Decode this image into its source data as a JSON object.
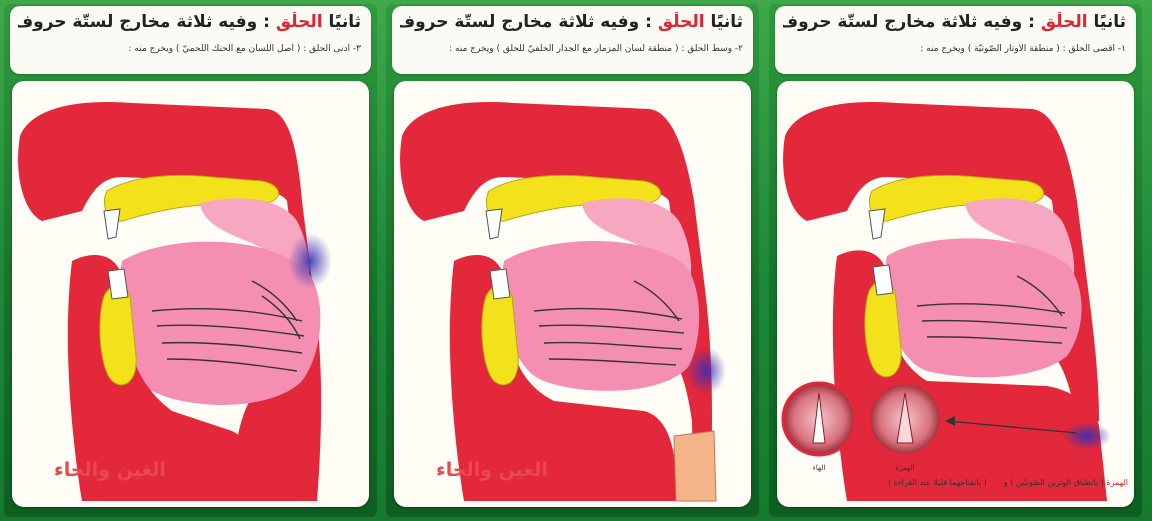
{
  "colors": {
    "flesh": "#e3283b",
    "palate": "#f7a7bf",
    "tongue": "#f58fb2",
    "bone": "#f3e21b",
    "tooth": "#ffffff",
    "highlight": "#3b2fb2",
    "background_green": "#1f8a3a"
  },
  "panels": [
    {
      "title_prefix": "ثانيًا",
      "title_highlight": "الحلْق",
      "title_rest": ": وفيه ثلاثة مخارج لستّة حروف",
      "subtitle": "٣- أدنى الحلْق : ( أصل اللّسان مع الحنك اللّحميّ ) ويخرج منه :",
      "caption": "الغين والخاء",
      "highlight_location": "upper-throat"
    },
    {
      "title_prefix": "ثانيًا",
      "title_highlight": "الحلْق",
      "title_rest": ": وفيه ثلاثة مخارج لستّة حروف",
      "subtitle": "٢- وسط الحلْق : ( منطقة لسان المزمار مع الجدار الخلفيّ للحلْق ) ويخرج منه :",
      "caption": "العين والحاء",
      "highlight_location": "mid-throat"
    },
    {
      "title_prefix": "ثانيًا",
      "title_highlight": "الحلْق",
      "title_rest": ": وفيه ثلاثة مخارج لستّة حروف",
      "subtitle": "١- أقصى الحلْق : ( منطقة الأوتار الصّوتيّة ) ويخرج منه :",
      "caption": "",
      "highlight_location": "lower-throat",
      "glottis_labels": [
        "الهاء",
        "الهمزة"
      ],
      "note_highlight_1": "الهمزة",
      "note_part_1": "( بانطباق الوترين الصّوتيّين )",
      "note_and": "و",
      "note_highlight_2": "الهاء",
      "note_part_2": "( بانفتاحهما قليلًا عند القراءة )"
    }
  ]
}
